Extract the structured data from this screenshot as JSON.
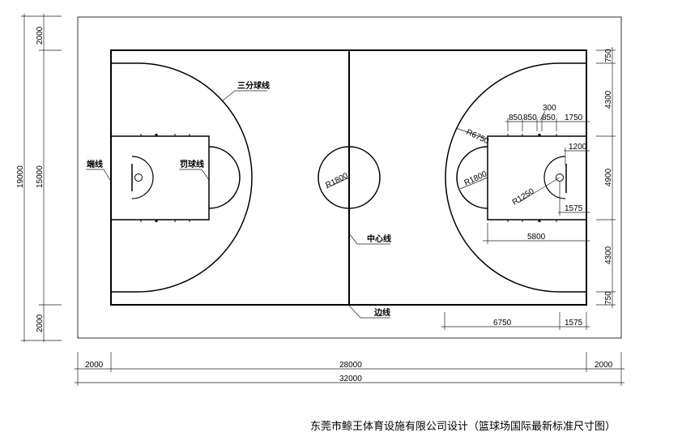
{
  "labels": {
    "three_point_line": "三分球线",
    "end_line": "端线",
    "free_throw_line": "罚球线",
    "center_line": "中心线",
    "side_line": "边线"
  },
  "radii": {
    "center_circle": "R1800",
    "three_point": "R6750",
    "free_throw_circle": "R1800",
    "restricted_area": "R1250"
  },
  "dimensions": {
    "left": {
      "total": "19000",
      "top_margin": "2000",
      "court_width": "15000",
      "bottom_margin": "2000"
    },
    "bottom": {
      "left_margin": "2000",
      "court_length": "28000",
      "right_margin": "2000",
      "total": "32000"
    },
    "right": {
      "corner_top": "750",
      "upper": "4300",
      "key": "4900",
      "lower": "4300",
      "corner_bottom": "750"
    },
    "key_marks": [
      "850",
      "850",
      "300",
      "850",
      "1750"
    ],
    "backboard_offset": "1200",
    "basket_offset": "1575",
    "free_throw_distance": "5800",
    "three_point_depth": "6750",
    "basket_offset_bottom": "1575"
  },
  "caption": "东莞市鲸王体育设施有限公司设计（篮球场国际最新标准尺寸图）"
}
